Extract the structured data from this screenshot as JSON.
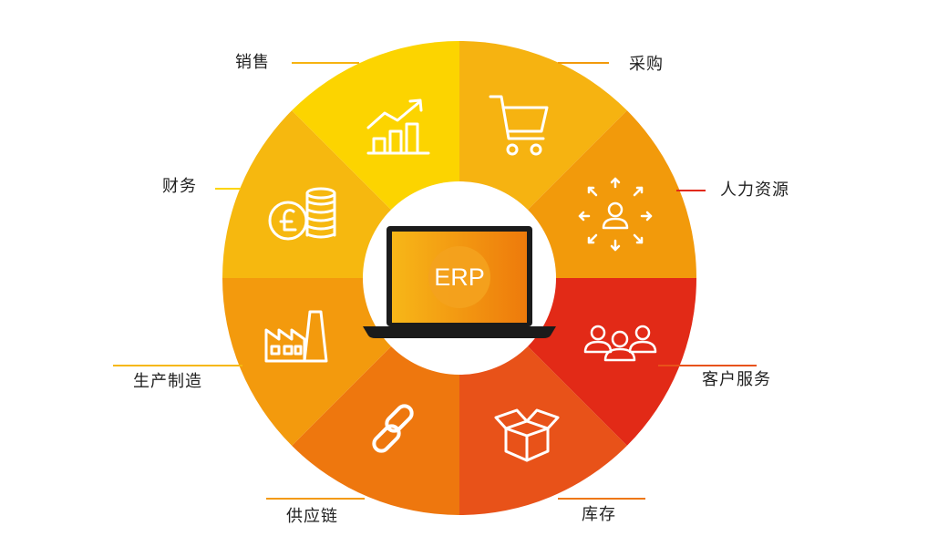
{
  "center": {
    "label": "ERP"
  },
  "segments": [
    {
      "label": "销售",
      "icon": "bar-chart-growth-icon",
      "color": "#F6B311"
    },
    {
      "label": "采购",
      "icon": "shopping-cart-icon",
      "color": "#F29A0B"
    },
    {
      "label": "人力资源",
      "icon": "people-network-icon",
      "color": "#E22A17"
    },
    {
      "label": "客户服务",
      "icon": "customer-group-icon",
      "color": "#E85219"
    },
    {
      "label": "库存",
      "icon": "open-box-icon",
      "color": "#EE770E"
    },
    {
      "label": "供应链",
      "icon": "chain-link-icon",
      "color": "#F39A0D"
    },
    {
      "label": "生产制造",
      "icon": "factory-icon",
      "color": "#F6B80F"
    },
    {
      "label": "财务",
      "icon": "pound-coins-icon",
      "color": "#FCD400"
    }
  ]
}
